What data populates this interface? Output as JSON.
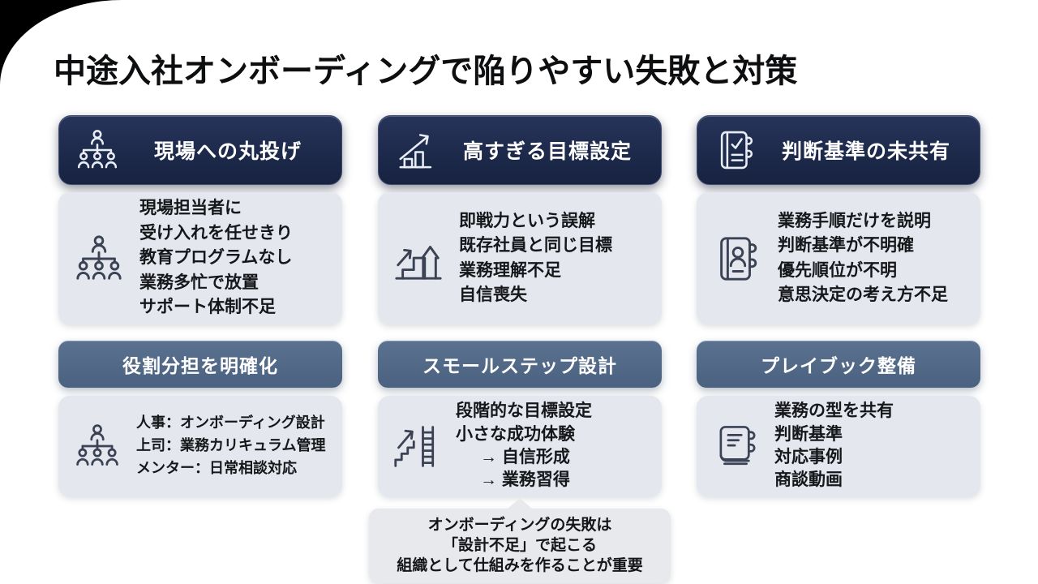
{
  "slide": {
    "title": "中途入社オンボーディングで陥りやすい失敗と対策",
    "colors": {
      "problem_header_bg": "#1b2747",
      "solution_header_bg": "#4a6280",
      "detail_card_bg": "#e4e8ee",
      "note_bg": "#e7e9ec",
      "title_text": "#0d0e10"
    },
    "columns": [
      {
        "problem": {
          "icon": "org-chart-icon",
          "title": "現場への丸投げ",
          "lines": [
            "現場担当者に",
            "受け入れを任せきり",
            "教育プログラムなし",
            "業務多忙で放置",
            "サポート体制不足"
          ]
        },
        "solution": {
          "icon": "org-chart-icon",
          "title": "役割分担を明確化",
          "lines": [
            "人事：オンボーディング設計",
            "上司：業務カリキュラム管理",
            "メンター：日常相談対応"
          ]
        }
      },
      {
        "problem": {
          "icon": "bar-chart-up-icon",
          "title": "高すぎる目標設定",
          "lines": [
            "即戦力という誤解",
            "既存社員と同じ目標",
            "業務理解不足",
            "自信喪失"
          ]
        },
        "solution": {
          "icon": "steps-ladder-icon",
          "title": "スモールステップ設計",
          "lines": [
            "段階的な目標設定",
            "小さな成功体験",
            "→ 自信形成",
            "→ 業務習得"
          ]
        }
      },
      {
        "problem": {
          "icon": "notebook-check-icon",
          "title": "判断基準の未共有",
          "lines": [
            "業務手順だけを説明",
            "判断基準が不明確",
            "優先順位が不明",
            "意思決定の考え方不足"
          ]
        },
        "solution": {
          "icon": "playbook-icon",
          "title": "プレイブック整備",
          "lines": [
            "業務の型を共有",
            "判断基準",
            "対応事例",
            "商談動画"
          ]
        }
      }
    ],
    "note": {
      "lines": [
        "オンボーディングの失敗は",
        "「設計不足」で起こる",
        "組織として仕組みを作ることが重要"
      ]
    }
  }
}
